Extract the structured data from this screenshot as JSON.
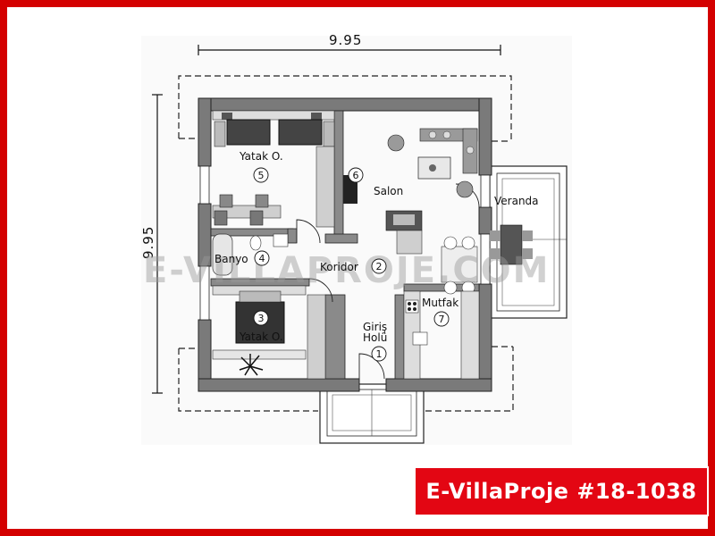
{
  "dimensions": {
    "width": "9.95",
    "height": "9.95"
  },
  "watermark": "E-VILLAPROJE.COM",
  "rooms": [
    {
      "number": "1",
      "name_line1": "Giriş",
      "name_line2": "Holü"
    },
    {
      "number": "2",
      "name": "Koridor"
    },
    {
      "number": "3",
      "name": "Yatak O."
    },
    {
      "number": "4",
      "name": "Banyo"
    },
    {
      "number": "5",
      "name": "Yatak O."
    },
    {
      "number": "6",
      "name": "Salon"
    },
    {
      "number": "7",
      "name": "Mutfak"
    },
    {
      "name": "Veranda"
    }
  ],
  "title": "E-VillaProje #18-1038",
  "colors": {
    "frame": "#d40000",
    "title_bg": "#e30613",
    "wall": "#7a7a7a"
  }
}
